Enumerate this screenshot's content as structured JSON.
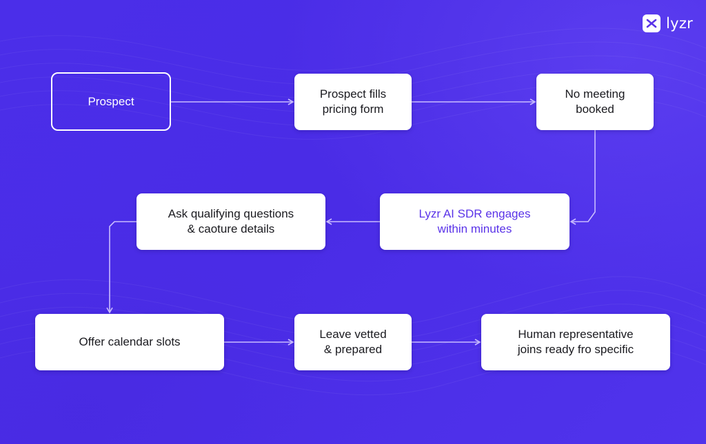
{
  "brand": {
    "logo_icon": "lyzr-logo-icon",
    "name": "lyzr"
  },
  "colors": {
    "background": "#4a2ce8",
    "node_fill": "#ffffff",
    "node_text": "#1a1a1f",
    "accent_text": "#5a33e8",
    "connector": "#c9bcff"
  },
  "nodes": [
    {
      "id": "prospect",
      "label": "Prospect",
      "style": "outline"
    },
    {
      "id": "fills-form",
      "label": "Prospect fills\npricing form",
      "style": "filled"
    },
    {
      "id": "no-meeting",
      "label": "No meeting\nbooked",
      "style": "filled"
    },
    {
      "id": "sdr-engages",
      "label": "Lyzr AI SDR engages\nwithin minutes",
      "style": "accent"
    },
    {
      "id": "ask-questions",
      "label": "Ask qualifying questions\n& caoture details",
      "style": "filled"
    },
    {
      "id": "offer-slots",
      "label": "Offer calendar slots",
      "style": "filled"
    },
    {
      "id": "leave-vetted",
      "label": "Leave vetted\n& prepared",
      "style": "filled"
    },
    {
      "id": "human-rep",
      "label": "Human representative\njoins ready fro specific",
      "style": "filled"
    }
  ],
  "edges": [
    {
      "from": "prospect",
      "to": "fills-form"
    },
    {
      "from": "fills-form",
      "to": "no-meeting"
    },
    {
      "from": "no-meeting",
      "to": "sdr-engages"
    },
    {
      "from": "sdr-engages",
      "to": "ask-questions"
    },
    {
      "from": "ask-questions",
      "to": "offer-slots"
    },
    {
      "from": "offer-slots",
      "to": "leave-vetted"
    },
    {
      "from": "leave-vetted",
      "to": "human-rep"
    }
  ]
}
